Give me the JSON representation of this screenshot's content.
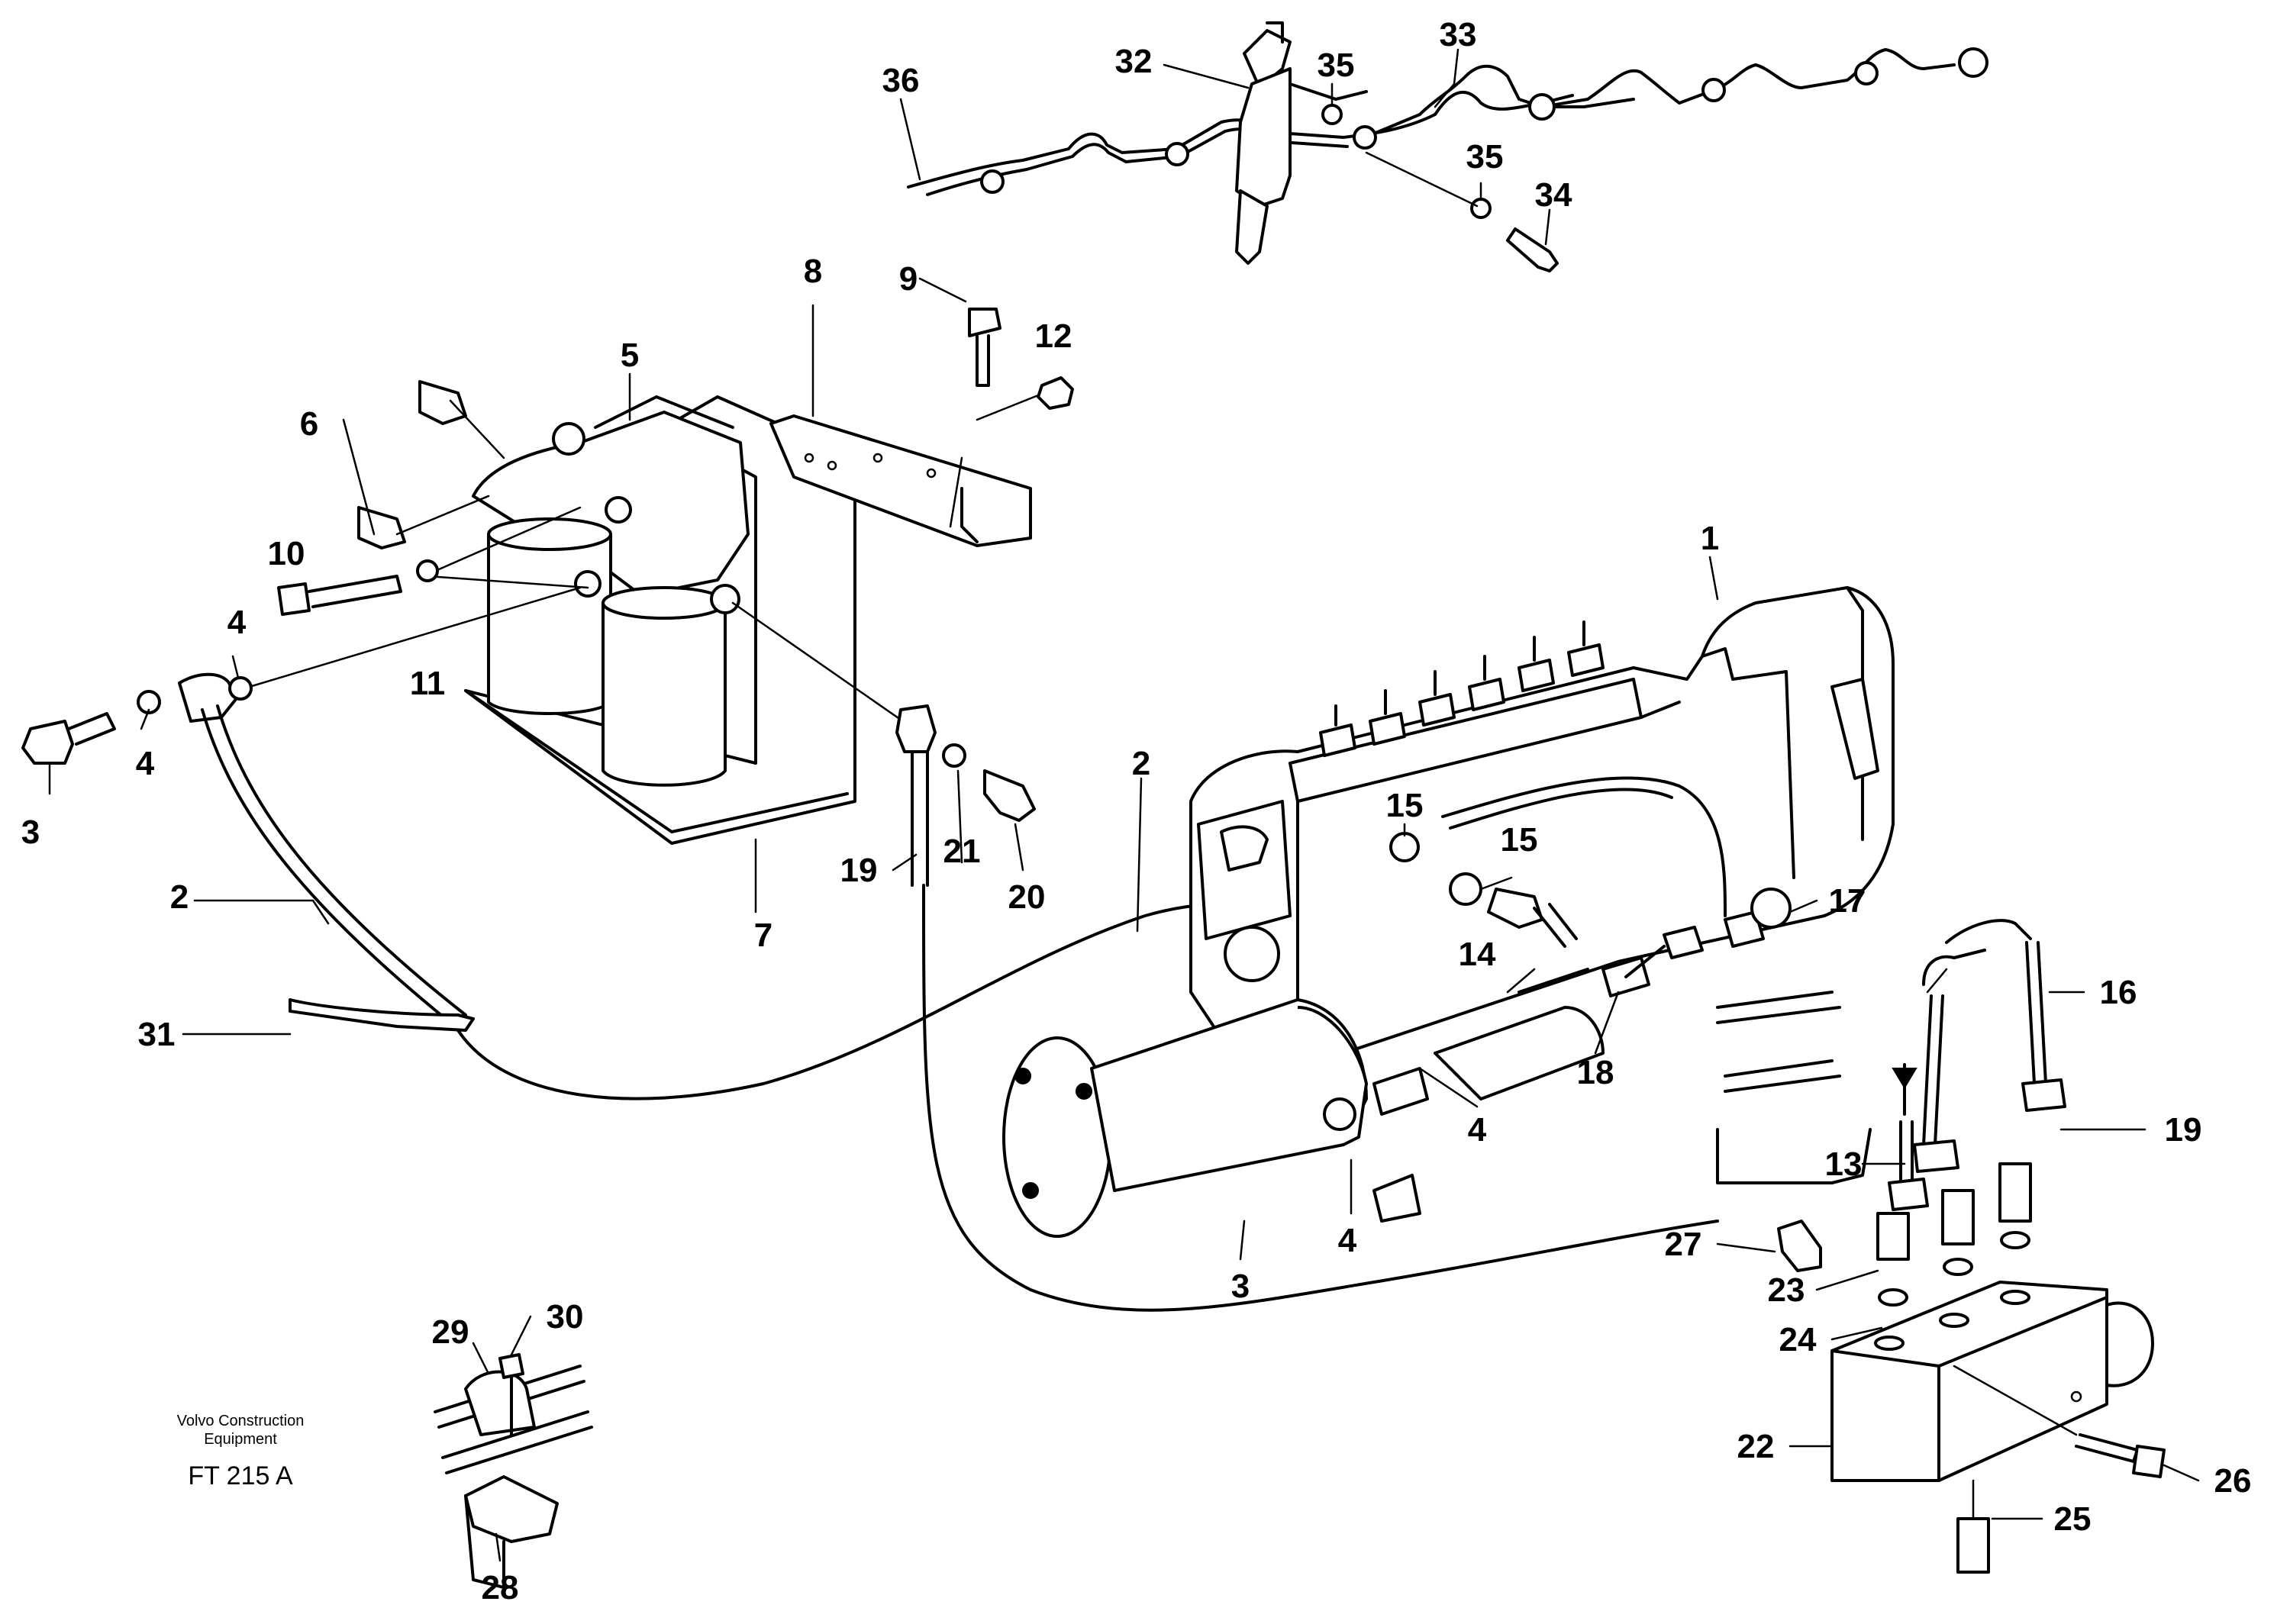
{
  "diagram": {
    "caption_company": "Volvo Construction",
    "caption_company_line2": "Equipment",
    "figure_code": "FT 215 A",
    "labels": [
      {
        "id": "1",
        "text": "1"
      },
      {
        "id": "2a",
        "text": "2"
      },
      {
        "id": "2b",
        "text": "2"
      },
      {
        "id": "3a",
        "text": "3"
      },
      {
        "id": "3b",
        "text": "3"
      },
      {
        "id": "4a",
        "text": "4"
      },
      {
        "id": "4b",
        "text": "4"
      },
      {
        "id": "4c",
        "text": "4"
      },
      {
        "id": "4d",
        "text": "4"
      },
      {
        "id": "5",
        "text": "5"
      },
      {
        "id": "6",
        "text": "6"
      },
      {
        "id": "7",
        "text": "7"
      },
      {
        "id": "8",
        "text": "8"
      },
      {
        "id": "9",
        "text": "9"
      },
      {
        "id": "10",
        "text": "10"
      },
      {
        "id": "11",
        "text": "11"
      },
      {
        "id": "12",
        "text": "12"
      },
      {
        "id": "13",
        "text": "13"
      },
      {
        "id": "14",
        "text": "14"
      },
      {
        "id": "15a",
        "text": "15"
      },
      {
        "id": "15b",
        "text": "15"
      },
      {
        "id": "16",
        "text": "16"
      },
      {
        "id": "17",
        "text": "17"
      },
      {
        "id": "18",
        "text": "18"
      },
      {
        "id": "19a",
        "text": "19"
      },
      {
        "id": "19b",
        "text": "19"
      },
      {
        "id": "20",
        "text": "20"
      },
      {
        "id": "21",
        "text": "21"
      },
      {
        "id": "22",
        "text": "22"
      },
      {
        "id": "23",
        "text": "23"
      },
      {
        "id": "24",
        "text": "24"
      },
      {
        "id": "25",
        "text": "25"
      },
      {
        "id": "26",
        "text": "26"
      },
      {
        "id": "27",
        "text": "27"
      },
      {
        "id": "28",
        "text": "28"
      },
      {
        "id": "29",
        "text": "29"
      },
      {
        "id": "30",
        "text": "30"
      },
      {
        "id": "31",
        "text": "31"
      },
      {
        "id": "32",
        "text": "32"
      },
      {
        "id": "33",
        "text": "33"
      },
      {
        "id": "34",
        "text": "34"
      },
      {
        "id": "35a",
        "text": "35"
      },
      {
        "id": "35b",
        "text": "35"
      },
      {
        "id": "36",
        "text": "36"
      }
    ]
  }
}
